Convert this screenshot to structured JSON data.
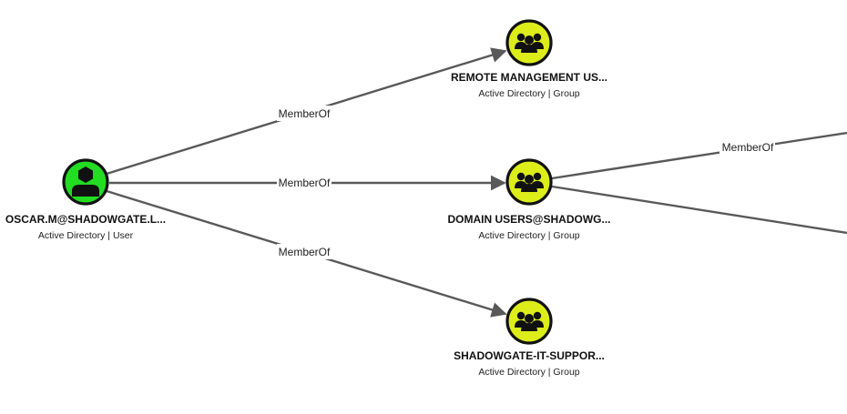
{
  "colors": {
    "user_node": "#22dd22",
    "group_node": "#dded1a",
    "edge": "#595959"
  },
  "nodes": {
    "user": {
      "title": "OSCAR.M@SHADOWGATE.L...",
      "subtitle": "Active Directory | User",
      "icon": "user-icon"
    },
    "remote_mgmt": {
      "title": "REMOTE MANAGEMENT US...",
      "subtitle": "Active Directory | Group",
      "icon": "group-icon"
    },
    "domain_users": {
      "title": "DOMAIN USERS@SHADOWG...",
      "subtitle": "Active Directory | Group",
      "icon": "group-icon"
    },
    "it_support": {
      "title": "SHADOWGATE-IT-SUPPOR...",
      "subtitle": "Active Directory | Group",
      "icon": "group-icon"
    }
  },
  "edges": {
    "user_to_remote": {
      "label": "MemberOf"
    },
    "user_to_domain": {
      "label": "MemberOf"
    },
    "user_to_support": {
      "label": "MemberOf"
    },
    "domain_to_offscreen_1": {
      "label": "MemberOf"
    },
    "domain_to_offscreen_2": {
      "label": ""
    }
  }
}
